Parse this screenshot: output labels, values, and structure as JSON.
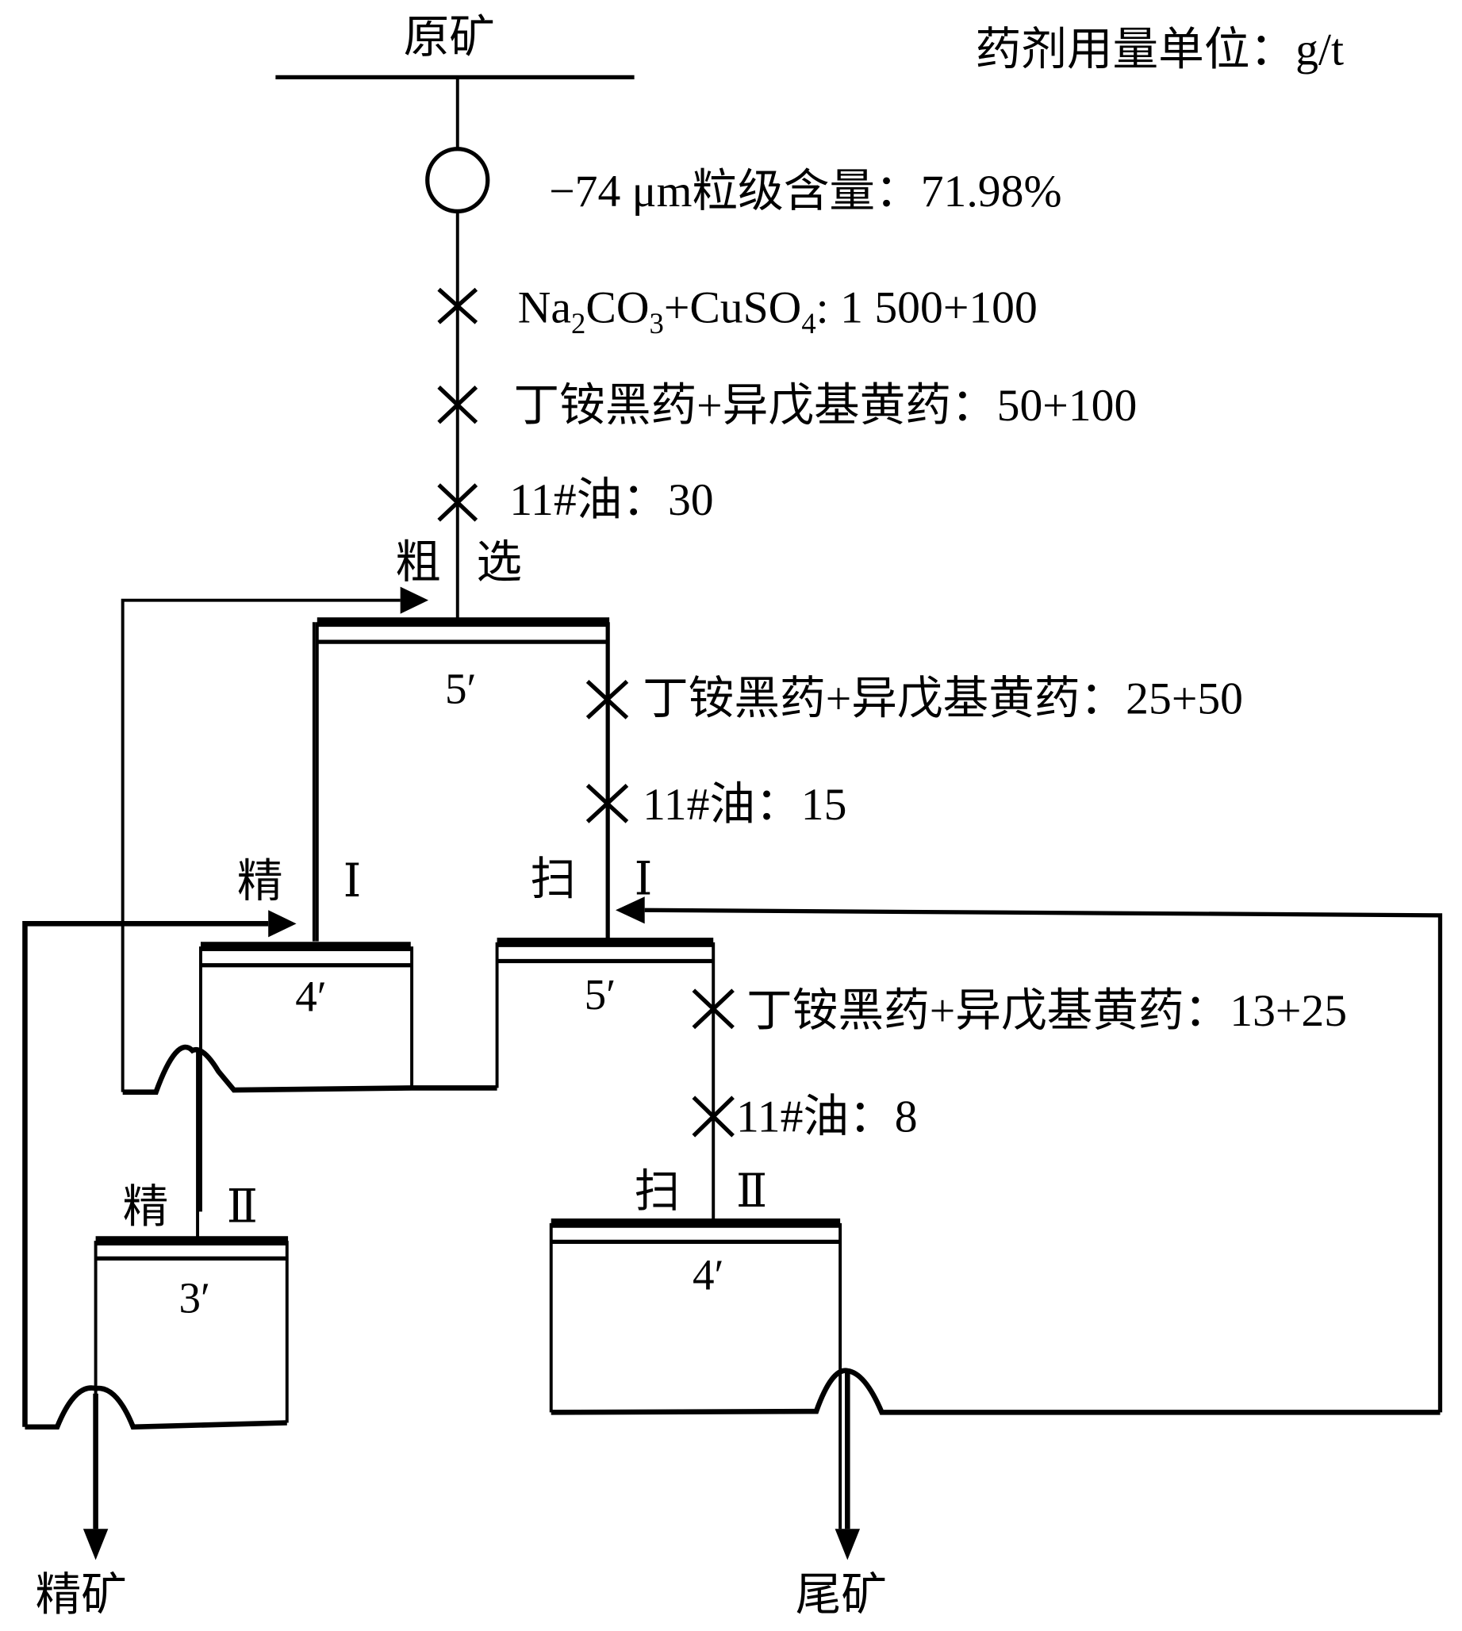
{
  "header": {
    "feed_label": "原矿",
    "unit_note": "药剂用量单位：g/t"
  },
  "grinding": {
    "label": "−74 μm粒级含量：71.98%"
  },
  "reagents": {
    "feed_1": {
      "text_a": "Na",
      "sub_a": "2",
      "text_b": "CO",
      "sub_b": "3",
      "text_c": "+CuSO",
      "sub_c": "4",
      "text_d": ": 1 500+100"
    },
    "feed_2": "丁铵黑药+异戊基黄药：50+100",
    "feed_3": "11#油：30",
    "scav1_1": "丁铵黑药+异戊基黄药：25+50",
    "scav1_2": "11#油：15",
    "scav2_1": "丁铵黑药+异戊基黄药：13+25",
    "scav2_2": "11#油：8"
  },
  "stages": {
    "rougher": {
      "label_a": "粗",
      "label_b": "选",
      "cells": "5′"
    },
    "cleaner1": {
      "label_a": "精",
      "label_b": "Ⅰ",
      "cells": "4′"
    },
    "scavenger1": {
      "label_a": "扫",
      "label_b": "Ⅰ",
      "cells": "5′"
    },
    "cleaner2": {
      "label_a": "精",
      "label_b": "Ⅱ",
      "cells": "3′"
    },
    "scavenger2": {
      "label_a": "扫",
      "label_b": "Ⅱ",
      "cells": "4′"
    }
  },
  "outputs": {
    "concentrate": "精矿",
    "tailings": "尾矿"
  }
}
